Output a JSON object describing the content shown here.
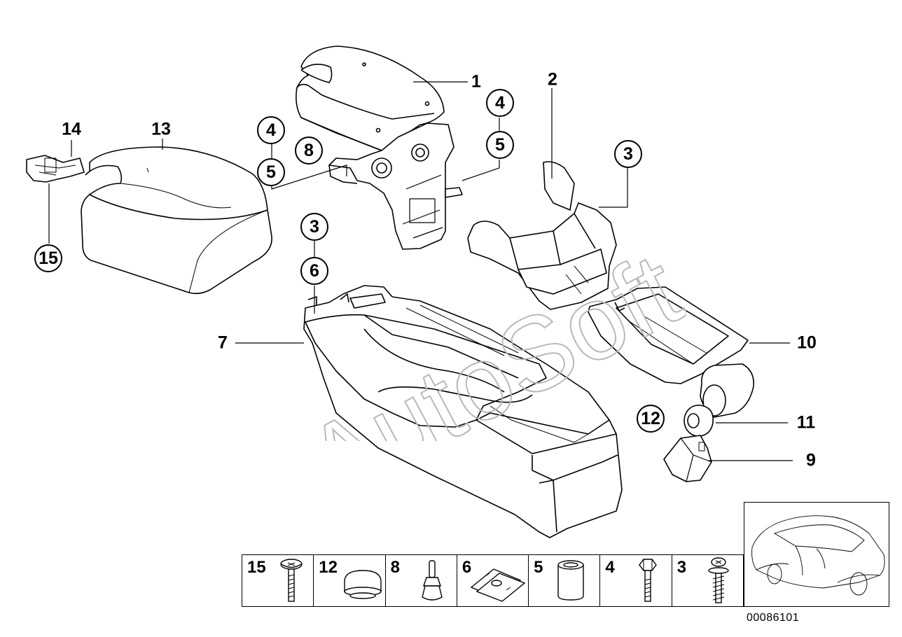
{
  "callouts": {
    "p1": "1",
    "p2": "2",
    "p3a": "3",
    "p3b": "3",
    "p4a": "4",
    "p4b": "4",
    "p5a": "5",
    "p5b": "5",
    "p6": "6",
    "p7": "7",
    "p8": "8",
    "p9": "9",
    "p10": "10",
    "p11": "11",
    "p12": "12",
    "p13": "13",
    "p14": "14",
    "p15": "15"
  },
  "legend": {
    "items": [
      {
        "number": "15",
        "icon": "screw-icon"
      },
      {
        "number": "12",
        "icon": "cap-plug-icon"
      },
      {
        "number": "8",
        "icon": "expanding-rivet-icon"
      },
      {
        "number": "6",
        "icon": "clip-nut-icon"
      },
      {
        "number": "5",
        "icon": "spacer-sleeve-icon"
      },
      {
        "number": "4",
        "icon": "hex-bolt-icon"
      },
      {
        "number": "3",
        "icon": "washer-screw-icon"
      }
    ]
  },
  "document_number": "00086101",
  "watermark": "AutoSoft",
  "colors": {
    "line": "#000000",
    "background": "#ffffff",
    "watermark": "#b8b8b8"
  }
}
